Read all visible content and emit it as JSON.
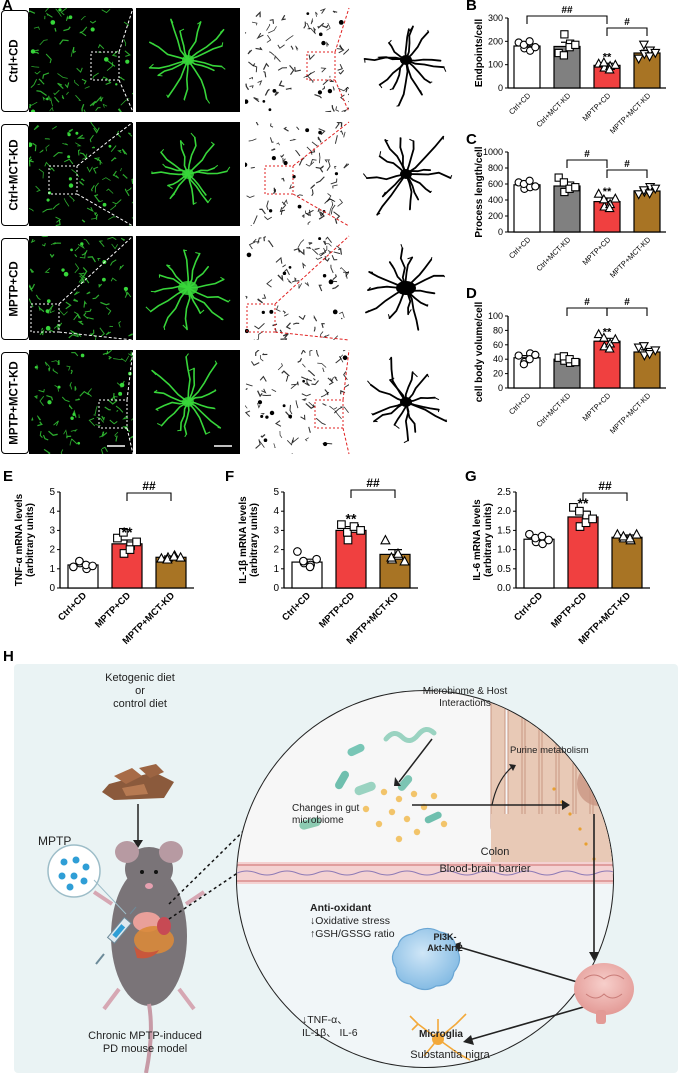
{
  "panel_letters": {
    "A": "A",
    "B": "B",
    "C": "C",
    "D": "D",
    "E": "E",
    "F": "F",
    "G": "G",
    "H": "H"
  },
  "panel_a": {
    "rows": [
      "Ctrl+CD",
      "Ctrl+MCT-KD",
      "MPTP+CD",
      "MPTP+MCT-KD"
    ],
    "colors": {
      "stain": "#37d63a",
      "background": "#000000",
      "skeleton": "#000000"
    }
  },
  "chart_data": [
    {
      "id": "B",
      "type": "bar",
      "categories": [
        "Ctrl+CD",
        "Ctrl+MCT-KD",
        "MPTP+CD",
        "MPTP+MCT-KD"
      ],
      "values": [
        180,
        178,
        97,
        150
      ],
      "errors": [
        10,
        18,
        9,
        12
      ],
      "points": [
        [
          195,
          170,
          160,
          185,
          200,
          175
        ],
        [
          150,
          230,
          190,
          140,
          175,
          185
        ],
        [
          105,
          88,
          95,
          110,
          80,
          100
        ],
        [
          125,
          145,
          160,
          185,
          135,
          150
        ]
      ],
      "ylabel": "Endpoints/cell",
      "ylim": [
        0,
        300
      ],
      "yticks": [
        0,
        100,
        200,
        300
      ],
      "sig_star": {
        "2": "**"
      },
      "brackets": [
        {
          "from": 0,
          "to": 2,
          "label": "##"
        },
        {
          "from": 2,
          "to": 3,
          "label": "#"
        }
      ],
      "colors": [
        "#ffffff",
        "#808080",
        "#f04040",
        "#a87424"
      ],
      "markers": [
        "circle",
        "square",
        "triangle",
        "triangle-down"
      ]
    },
    {
      "id": "C",
      "type": "bar",
      "categories": [
        "Ctrl+CD",
        "Ctrl+MCT-KD",
        "MPTP+CD",
        "MPTP+MCT-KD"
      ],
      "values": [
        590,
        575,
        380,
        512
      ],
      "errors": [
        35,
        35,
        45,
        25
      ],
      "points": [
        [
          620,
          540,
          560,
          600,
          640,
          570
        ],
        [
          680,
          500,
          580,
          620,
          540,
          560
        ],
        [
          480,
          320,
          350,
          410,
          300,
          420
        ],
        [
          470,
          500,
          560,
          520,
          480,
          540
        ]
      ],
      "ylabel": "Process length/cell",
      "ylim": [
        0,
        1000
      ],
      "yticks": [
        0,
        200,
        400,
        600,
        800,
        1000
      ],
      "sig_star": {
        "2": "**"
      },
      "brackets": [
        {
          "from": 1,
          "to": 2,
          "label": "#"
        },
        {
          "from": 2,
          "to": 3,
          "label": "#"
        }
      ],
      "colors": [
        "#ffffff",
        "#808080",
        "#f04040",
        "#a87424"
      ],
      "markers": [
        "circle",
        "square",
        "triangle",
        "triangle-down"
      ]
    },
    {
      "id": "D",
      "type": "bar",
      "categories": [
        "Ctrl+CD",
        "Ctrl+MCT-KD",
        "MPTP+CD",
        "MPTP+MCT-KD"
      ],
      "values": [
        42,
        40,
        65,
        50
      ],
      "errors": [
        3,
        3,
        4,
        3
      ],
      "points": [
        [
          45,
          36,
          48,
          33,
          40,
          46
        ],
        [
          42,
          38,
          35,
          44,
          40,
          36
        ],
        [
          75,
          58,
          62,
          70,
          55,
          68
        ],
        [
          56,
          45,
          50,
          58,
          47,
          52
        ]
      ],
      "ylabel": "cell body volume/cell",
      "ylim": [
        0,
        100
      ],
      "yticks": [
        0,
        20,
        40,
        60,
        80,
        100
      ],
      "sig_star": {
        "2": "**"
      },
      "brackets": [
        {
          "from": 1,
          "to": 2,
          "label": "#"
        },
        {
          "from": 2,
          "to": 3,
          "label": "#"
        }
      ],
      "colors": [
        "#ffffff",
        "#808080",
        "#f04040",
        "#a87424"
      ],
      "markers": [
        "circle",
        "square",
        "triangle",
        "triangle-down"
      ]
    },
    {
      "id": "E",
      "type": "bar",
      "categories": [
        "Ctrl+CD",
        "MPTP+CD",
        "MPTP+MCT-KD"
      ],
      "values": [
        1.2,
        2.3,
        1.6
      ],
      "errors": [
        0.1,
        0.2,
        0.07
      ],
      "points": [
        [
          1.1,
          1.3,
          1.0,
          1.4,
          1.2,
          1.15
        ],
        [
          2.6,
          1.8,
          2.2,
          2.9,
          2.0,
          2.4
        ],
        [
          1.55,
          1.6,
          1.7,
          1.5,
          1.65,
          1.6
        ]
      ],
      "ylabel": "TNF-α mRNA levels",
      "ylabel2": "(arbitrary units)",
      "ylim": [
        0,
        5
      ],
      "yticks": [
        0,
        1,
        2,
        3,
        4,
        5
      ],
      "sig_star": {
        "1": "**"
      },
      "brackets": [
        {
          "from": 1,
          "to": 2,
          "label": "##"
        }
      ],
      "colors": [
        "#ffffff",
        "#f04040",
        "#a87424"
      ],
      "markers": [
        "circle",
        "square",
        "triangle"
      ]
    },
    {
      "id": "F",
      "type": "bar",
      "categories": [
        "Ctrl+CD",
        "MPTP+CD",
        "MPTP+MCT-KD"
      ],
      "values": [
        1.35,
        3.0,
        1.75
      ],
      "errors": [
        0.15,
        0.2,
        0.25
      ],
      "points": [
        [
          1.9,
          1.3,
          1.2,
          1.4,
          1.1,
          1.5
        ],
        [
          3.3,
          2.5,
          3.1,
          2.9,
          3.2,
          3.0
        ],
        [
          2.5,
          1.5,
          1.7,
          1.6,
          1.8,
          1.4
        ]
      ],
      "ylabel": "IL-1β mRNA levels",
      "ylabel2": "(arbitrary units)",
      "ylim": [
        0,
        5
      ],
      "yticks": [
        0,
        1,
        2,
        3,
        4,
        5
      ],
      "sig_star": {
        "1": "**"
      },
      "brackets": [
        {
          "from": 1,
          "to": 2,
          "label": "##"
        }
      ],
      "colors": [
        "#ffffff",
        "#f04040",
        "#a87424"
      ],
      "markers": [
        "circle",
        "square",
        "triangle"
      ]
    },
    {
      "id": "G",
      "type": "bar",
      "categories": [
        "Ctrl+CD",
        "MPTP+CD",
        "MPTP+MCT-KD"
      ],
      "values": [
        1.27,
        1.85,
        1.32
      ],
      "errors": [
        0.1,
        0.15,
        0.06
      ],
      "points": [
        [
          1.4,
          1.2,
          1.15,
          1.3,
          1.35,
          1.25
        ],
        [
          2.1,
          1.6,
          1.9,
          2.0,
          1.7,
          1.8
        ],
        [
          1.4,
          1.3,
          1.25,
          1.35,
          1.3,
          1.4
        ]
      ],
      "ylabel": "IL-6 mRNA levels",
      "ylabel2": "(arbitrary units)",
      "ylim": [
        0,
        2.5
      ],
      "yticks": [
        0.0,
        0.5,
        1.0,
        1.5,
        2.0,
        2.5
      ],
      "sig_star": {
        "1": "**"
      },
      "brackets": [
        {
          "from": 1,
          "to": 2,
          "label": "##"
        }
      ],
      "colors": [
        "#ffffff",
        "#f04040",
        "#a87424"
      ],
      "markers": [
        "circle",
        "square",
        "triangle"
      ]
    }
  ],
  "panel_h": {
    "diet_label_1": "Ketogenic diet",
    "diet_label_2": "or",
    "diet_label_3": "control diet",
    "mptp": "MPTP",
    "model_1": "Chronic MPTP-induced",
    "model_2": "PD mouse model",
    "microbiome_1": "Microbiome & Host",
    "microbiome_2": "Interactions",
    "purine": "Purine metabolism",
    "gut_1": "Changes in gut",
    "gut_2": "microbiome",
    "colon": "Colon",
    "bbb": "Blood-brain barrier",
    "antiox": "Anti-oxidant",
    "oxstress": "↓Oxidative stress",
    "gsh": "↑GSH/GSSG ratio",
    "pi3k_1": "PI3K-",
    "pi3k_2": "Akt-Nrf2",
    "cytok_1": "↓TNF-α、",
    "cytok_2": "IL-1β、 IL-6",
    "microglia": "Microglia",
    "sn": "Substantia nigra",
    "colors": {
      "bg": "#eaf3f4",
      "tissue": "#e8c9b6",
      "villi": "#c99683",
      "bbb_band": "#f4d2d2",
      "bacteria": "#78c6b6",
      "dots": "#f2c46a",
      "pi3k": "#8fc3e8",
      "brain": "#f0b7b2",
      "microglia": "#f3a93a"
    }
  }
}
